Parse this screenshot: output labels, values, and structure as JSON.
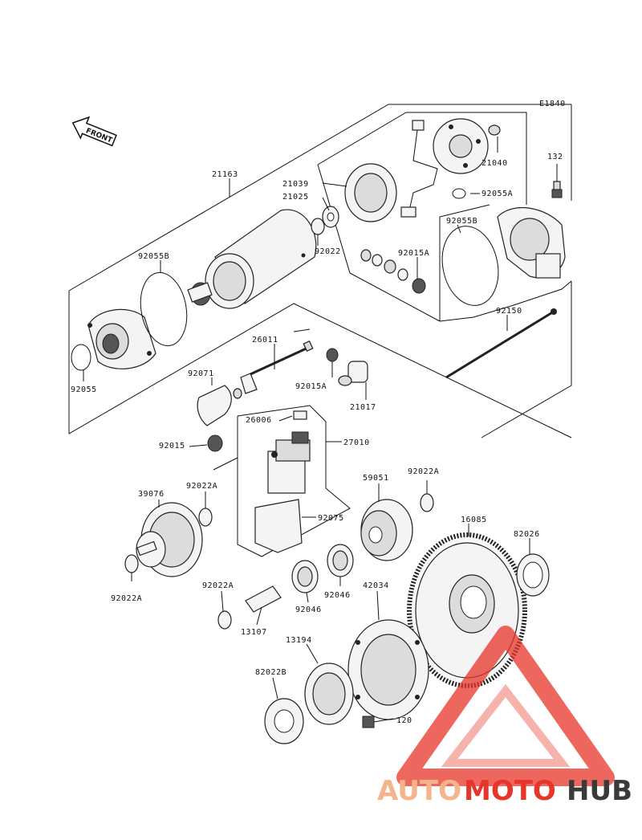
{
  "diagram_id": "E1840",
  "front_label": "FRONT",
  "watermark": {
    "part1": "AUTO",
    "part2": "MOTO",
    "part3": "HUB",
    "color_light": "#f5b58a",
    "color_red": "#e8352a",
    "color_dark": "#3a3a3a"
  },
  "labels": {
    "p21163": "21163",
    "p21039": "21039",
    "p21025": "21025",
    "p21040": "21040",
    "p92055A": "92055A",
    "p132": "132",
    "p92055B_top": "92055B",
    "p92022": "92022",
    "p92015A_top": "92015A",
    "p92055B_left": "92055B",
    "p92150": "92150",
    "p26011": "26011",
    "p92055": "92055",
    "p92071": "92071",
    "p92015A_mid": "92015A",
    "p21017": "21017",
    "p26006": "26006",
    "p27010": "27010",
    "p92015": "92015",
    "p59051": "59051",
    "p92022A_r": "92022A",
    "p39076": "39076",
    "p92022A_l": "92022A",
    "p92075": "92075",
    "p16085": "16085",
    "p82026": "82026",
    "p92022A_b": "92022A",
    "p92046_r": "92046",
    "p92046_l": "92046",
    "p92022A_c": "92022A",
    "p42034": "42034",
    "p13107": "13107",
    "p13194": "13194",
    "p82022B": "82022B",
    "p120": "120"
  }
}
